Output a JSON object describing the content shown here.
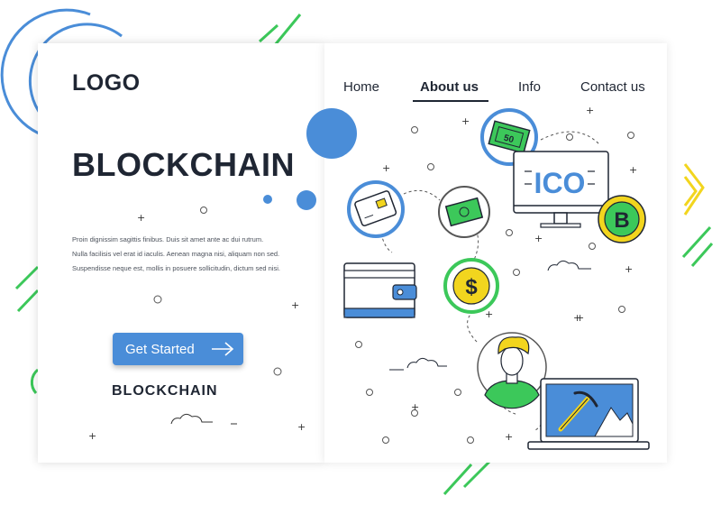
{
  "brand": {
    "logo_text": "LOGO"
  },
  "hero": {
    "headline": "BLOCKCHAIN",
    "body_lines": [
      "Proin dignissim sagittis finibus. Duis sit amet ante ac dui rutrum.",
      "Nulla facilisis vel erat id iaculis. Aenean magna nisi, aliquam non sed.",
      "Suspendisse neque est, mollis in posuere sollicitudin, dictum sed nisi."
    ],
    "cta_label": "Get Started",
    "footer_word": "BLOCKCHAIN"
  },
  "nav": {
    "items": [
      {
        "label": "Home"
      },
      {
        "label": "About us"
      },
      {
        "label": "Info"
      },
      {
        "label": "Contact us"
      }
    ],
    "active_label": "About us"
  },
  "illustration": {
    "monitor_text": "ICO",
    "banknote_label": "50",
    "coin_bitcoin_symbol": "B",
    "coin_dollar_symbol": "$"
  },
  "colors": {
    "accent_blue": "#4a8dd8",
    "accent_green": "#3cc85a",
    "accent_yellow": "#f2d51e",
    "text_dark": "#1f2633"
  },
  "icons": [
    "arrow-right-icon",
    "credit-card-icon",
    "banknote-icon",
    "wallet-icon",
    "dollar-coin-icon",
    "bitcoin-coin-icon",
    "monitor-icon",
    "user-avatar-icon",
    "laptop-icon",
    "pickaxe-icon",
    "cloud-icon"
  ]
}
